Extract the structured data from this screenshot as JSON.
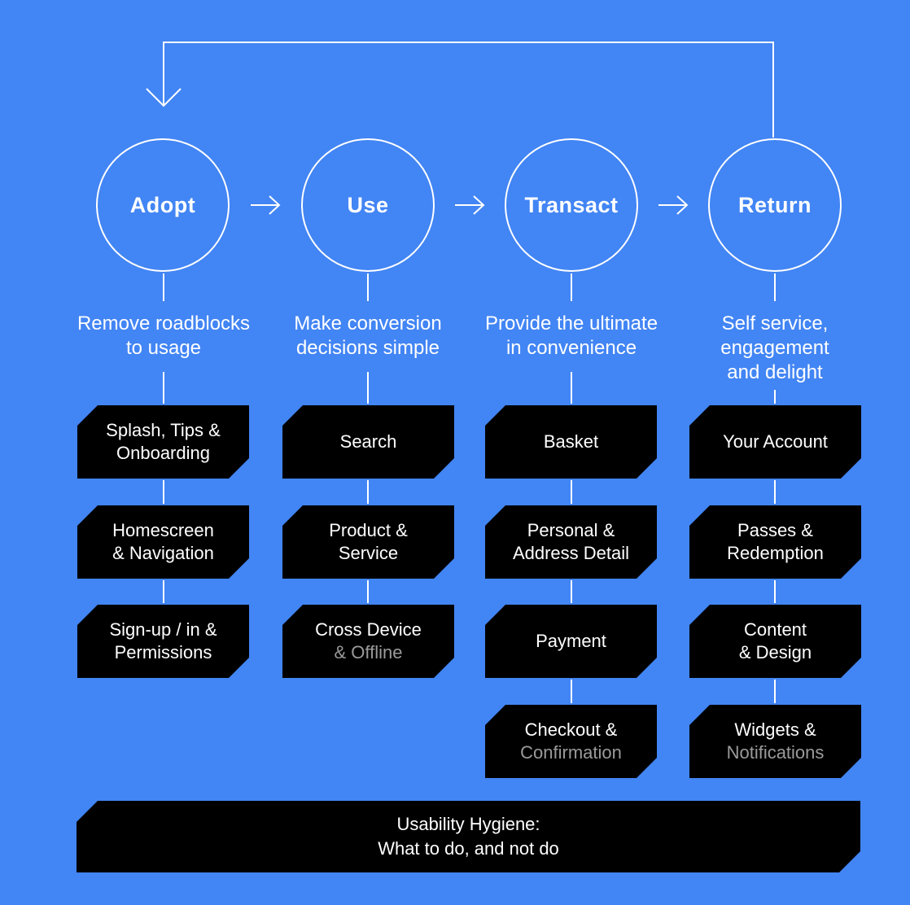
{
  "colors": {
    "background": "#4285F4",
    "line": "#FFFFFF",
    "text": "#FFFFFF",
    "text_faded": "rgba(255,255,255,0.6)"
  },
  "icons": {
    "flow_arrow": "right-arrow →",
    "loop_arrow": "down-arrow ↓ (return loop back to start)"
  },
  "stages": [
    {
      "label": "Adopt",
      "description": "Remove roadblocks\nto usage",
      "boxes": [
        {
          "line1": "Splash, Tips &",
          "line2": "Onboarding",
          "line2_faded": false
        },
        {
          "line1": "Homescreen",
          "line2": "& Navigation",
          "line2_faded": false
        },
        {
          "line1": "Sign-up / in &",
          "line2": "Permissions",
          "line2_faded": false
        }
      ]
    },
    {
      "label": "Use",
      "description": "Make conversion\ndecisions simple",
      "boxes": [
        {
          "line1": "Search"
        },
        {
          "line1": "Product &",
          "line2": "Service",
          "line2_faded": false
        },
        {
          "line1": "Cross Device",
          "line2": "& Offline",
          "line2_faded": true
        }
      ]
    },
    {
      "label": "Transact",
      "description": "Provide the ultimate\nin convenience",
      "boxes": [
        {
          "line1": "Basket"
        },
        {
          "line1": "Personal &",
          "line2": "Address Detail",
          "line2_faded": false
        },
        {
          "line1": "Payment"
        },
        {
          "line1": "Checkout &",
          "line2": "Confirmation",
          "line2_faded": true
        }
      ]
    },
    {
      "label": "Return",
      "description": "Self service,\nengagement\nand delight",
      "boxes": [
        {
          "line1": "Your Account"
        },
        {
          "line1": "Passes &",
          "line2": "Redemption",
          "line2_faded": false
        },
        {
          "line1": "Content",
          "line2": "& Design",
          "line2_faded": false
        },
        {
          "line1": "Widgets &",
          "line2": "Notifications",
          "line2_faded": true
        }
      ]
    }
  ],
  "footer": {
    "text": "Usability Hygiene:\nWhat to do, and not do"
  }
}
